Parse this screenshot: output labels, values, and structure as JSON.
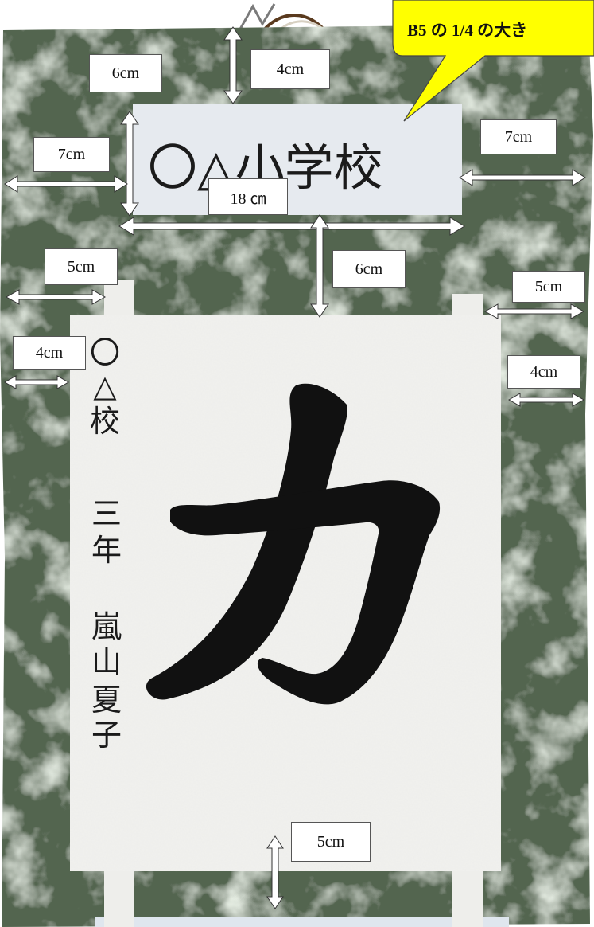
{
  "callout": {
    "text": "B5 の 1/4 の大き"
  },
  "title_card": {
    "text": "〇△小学校"
  },
  "calligraphy": {
    "character": "力"
  },
  "signature": {
    "school": [
      "〇",
      "△",
      "校"
    ],
    "grade": [
      "三",
      "年"
    ],
    "name": [
      "嵐",
      "山",
      "夏",
      "子"
    ]
  },
  "measurements": {
    "top_gap": "4cm",
    "title_height": "6cm",
    "title_left_margin": "7cm",
    "title_right_margin": "7cm",
    "title_width": "18 ㎝",
    "title_to_paper_gap": "6cm",
    "strip_left_margin": "5cm",
    "strip_right_margin": "5cm",
    "paper_left_margin": "4cm",
    "paper_right_margin": "4cm",
    "bottom_gap": "5cm"
  },
  "colors": {
    "mount": "#53654f",
    "callout_fill": "#ffff00",
    "arrow_fill": "#ffffff",
    "ink": "#111111"
  }
}
